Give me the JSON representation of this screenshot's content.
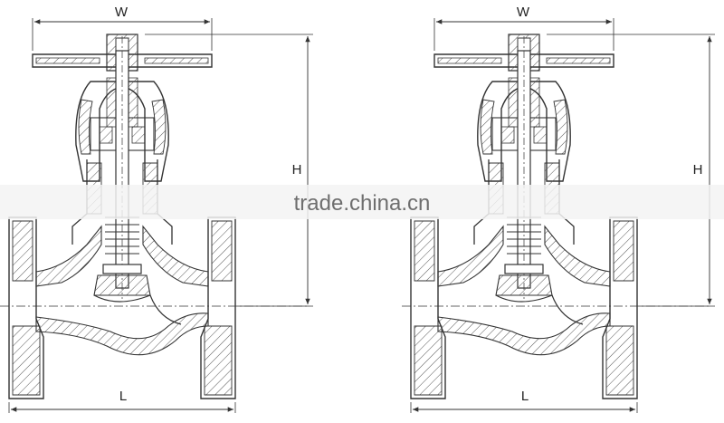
{
  "drawings": [
    {
      "width_label": "W",
      "height_label": "H",
      "length_label": "L"
    },
    {
      "width_label": "W",
      "height_label": "H",
      "length_label": "L"
    }
  ],
  "watermark": "trade.china.cn",
  "colors": {
    "line": "#333333",
    "hatch": "#555555",
    "watermark_band": "#f3f3f3",
    "watermark_text": "#6e6e6e"
  }
}
